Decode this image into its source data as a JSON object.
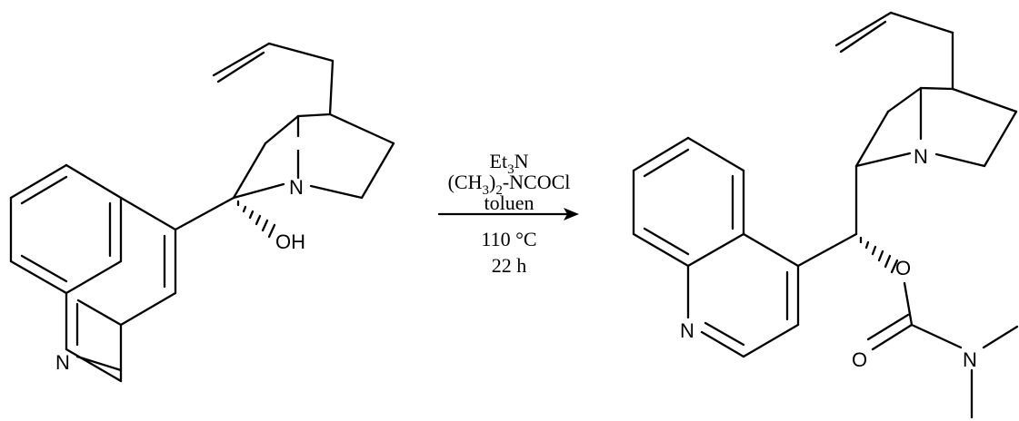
{
  "reactant": {
    "atoms": {
      "n_ring": "N",
      "n_quinoline": "N",
      "oh": "OH"
    }
  },
  "conditions": {
    "base": "Et3N",
    "reagent_a": "(CH3)2-NCOCl",
    "solvent": "toluen",
    "temperature": "110 °C",
    "time": "22 h"
  },
  "product": {
    "atoms": {
      "n_ring": "N",
      "n_quinoline": "N",
      "o_ester": "O",
      "o_carbonyl": "O",
      "n_amide": "N"
    }
  },
  "colors": {
    "ink": "#000000",
    "background": "#ffffff"
  }
}
